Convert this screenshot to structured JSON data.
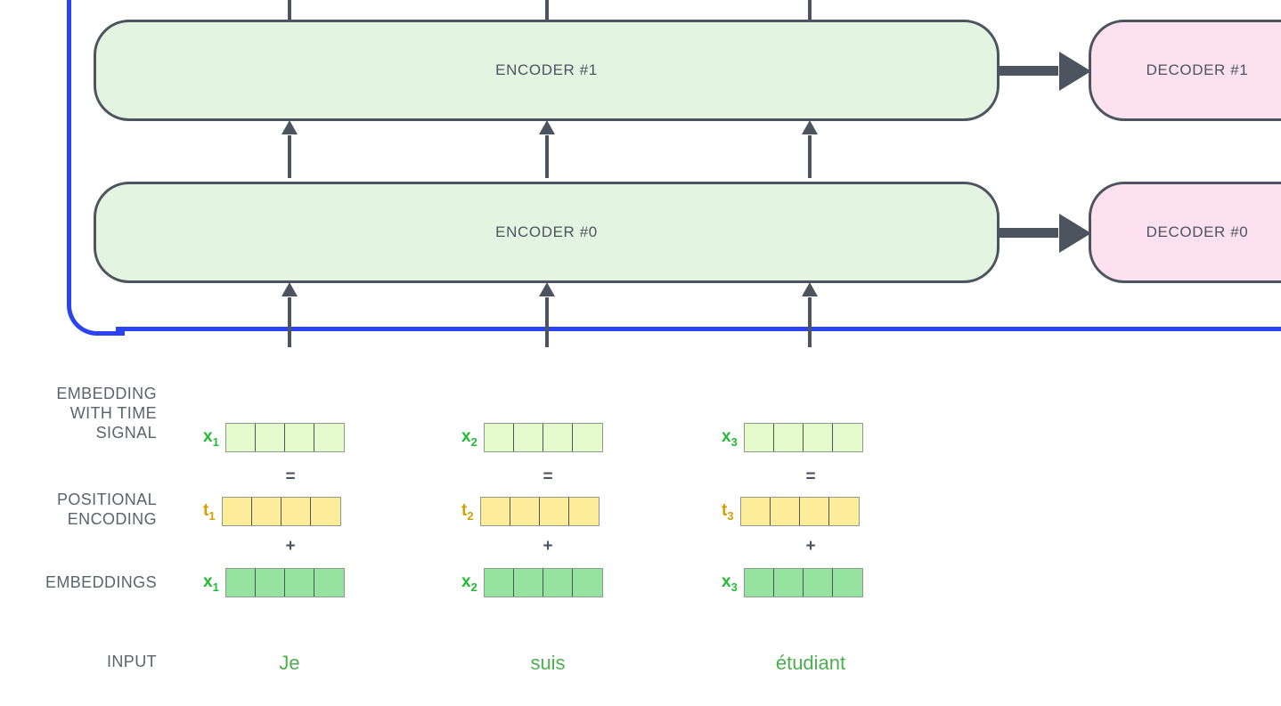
{
  "diagram": {
    "title": "Transformer encoder-decoder input embedding",
    "colors": {
      "encoder_fill": "#e3f4e1",
      "decoder_fill": "#fde1ef",
      "stroke": "#4c555f",
      "residual_blue": "#2b44ef",
      "embedding_with_time_signal_fill": "#e4facb",
      "positional_encoding_fill": "#fdec9a",
      "embeddings_fill": "#96e3a0",
      "token_green": "#22bb33",
      "positional_gold": "#d39e00",
      "input_word_green": "#4caf50",
      "label_gray": "#5b646d"
    }
  },
  "encoders": [
    {
      "label": "ENCODER #0"
    },
    {
      "label": "ENCODER #1"
    }
  ],
  "decoders": [
    {
      "label": "DECODER #0"
    },
    {
      "label": "DECODER #1"
    }
  ],
  "row_labels": {
    "embedding_with_time_signal": "EMBEDDING\nWITH TIME\nSIGNAL",
    "positional_encoding": "POSITIONAL\nENCODING",
    "embeddings": "EMBEDDINGS",
    "input": "INPUT"
  },
  "operators": {
    "equals": "=",
    "plus": "+"
  },
  "tokens": [
    {
      "input_word": "Je",
      "embedding_with_time_signal_label": "x",
      "embedding_with_time_signal_sub": "1",
      "positional_encoding_label": "t",
      "positional_encoding_sub": "1",
      "embeddings_label": "x",
      "embeddings_sub": "1",
      "cells": 4
    },
    {
      "input_word": "suis",
      "embedding_with_time_signal_label": "x",
      "embedding_with_time_signal_sub": "2",
      "positional_encoding_label": "t",
      "positional_encoding_sub": "2",
      "embeddings_label": "x",
      "embeddings_sub": "2",
      "cells": 4
    },
    {
      "input_word": "étudiant",
      "embedding_with_time_signal_label": "x",
      "embedding_with_time_signal_sub": "3",
      "positional_encoding_label": "t",
      "positional_encoding_sub": "3",
      "embeddings_label": "x",
      "embeddings_sub": "3",
      "cells": 4
    }
  ]
}
